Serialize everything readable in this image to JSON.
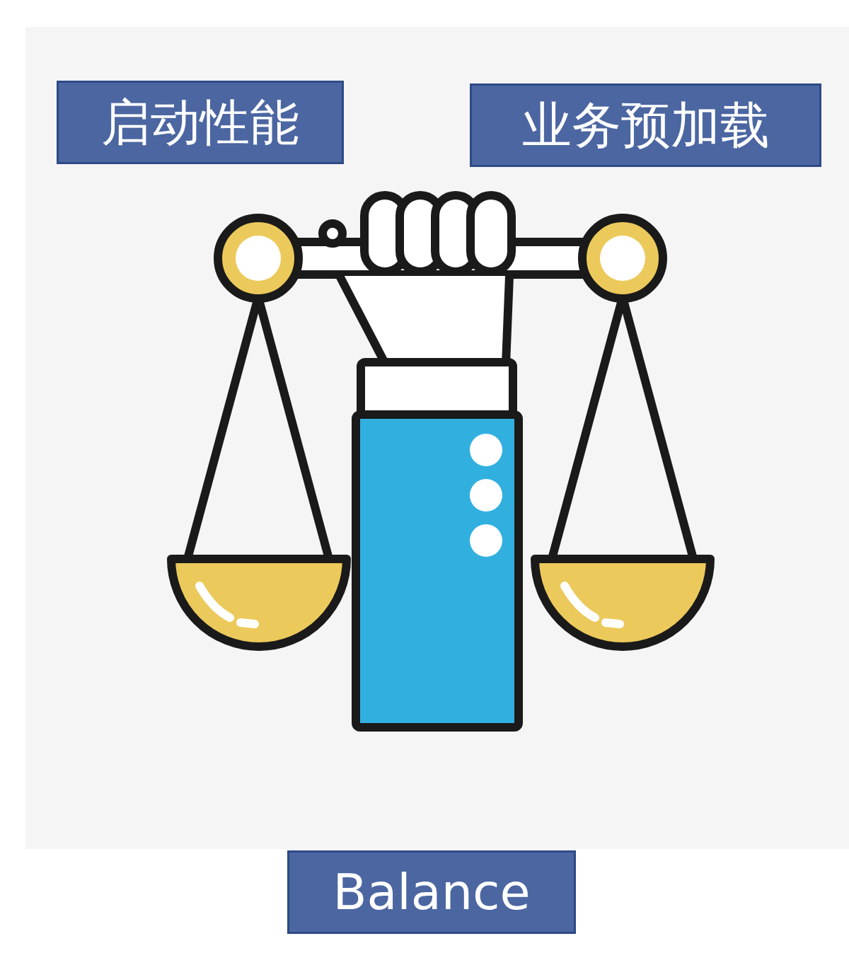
{
  "diagram": {
    "nodes": [
      {
        "text": [
          "启动性能"
        ]
      },
      {
        "text": [
          "业务预加载"
        ]
      },
      {
        "text": [
          "Balance"
        ]
      }
    ]
  }
}
